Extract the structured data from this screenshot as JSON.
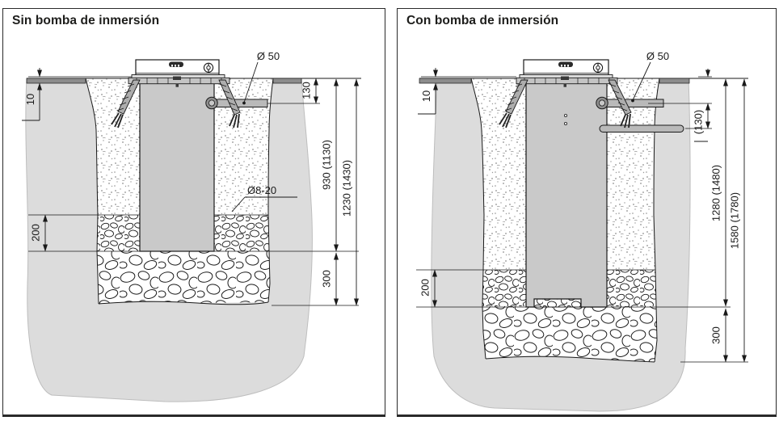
{
  "panels": [
    {
      "title": "Sin bomba de inmersión",
      "labels": {
        "pipe_diameter": "Ø 50",
        "gravel_grade": "Ø8-20"
      },
      "dims": {
        "cover_above_ground": "10",
        "inlet_depth": "130",
        "tank_depth": "930 (1130)",
        "excavation_depth": "1230 (1430)",
        "side_gravel_height": "200",
        "base_gravel_height": "300"
      }
    },
    {
      "title": "Con bomba de inmersión",
      "labels": {
        "pipe_diameter": "Ø 50"
      },
      "dims": {
        "cover_above_ground": "10",
        "pipe_offset": "(130)",
        "tank_depth": "1280 (1480)",
        "excavation_depth": "1580 (1780)",
        "side_gravel_height": "200",
        "base_gravel_height": "300"
      }
    }
  ],
  "colors": {
    "line": "#1a1a1a",
    "soil": "#dcdcdc",
    "surface_strip": "#8d8d8d",
    "tank": "#c9c9c9",
    "pipe": "#b9b9b9"
  }
}
